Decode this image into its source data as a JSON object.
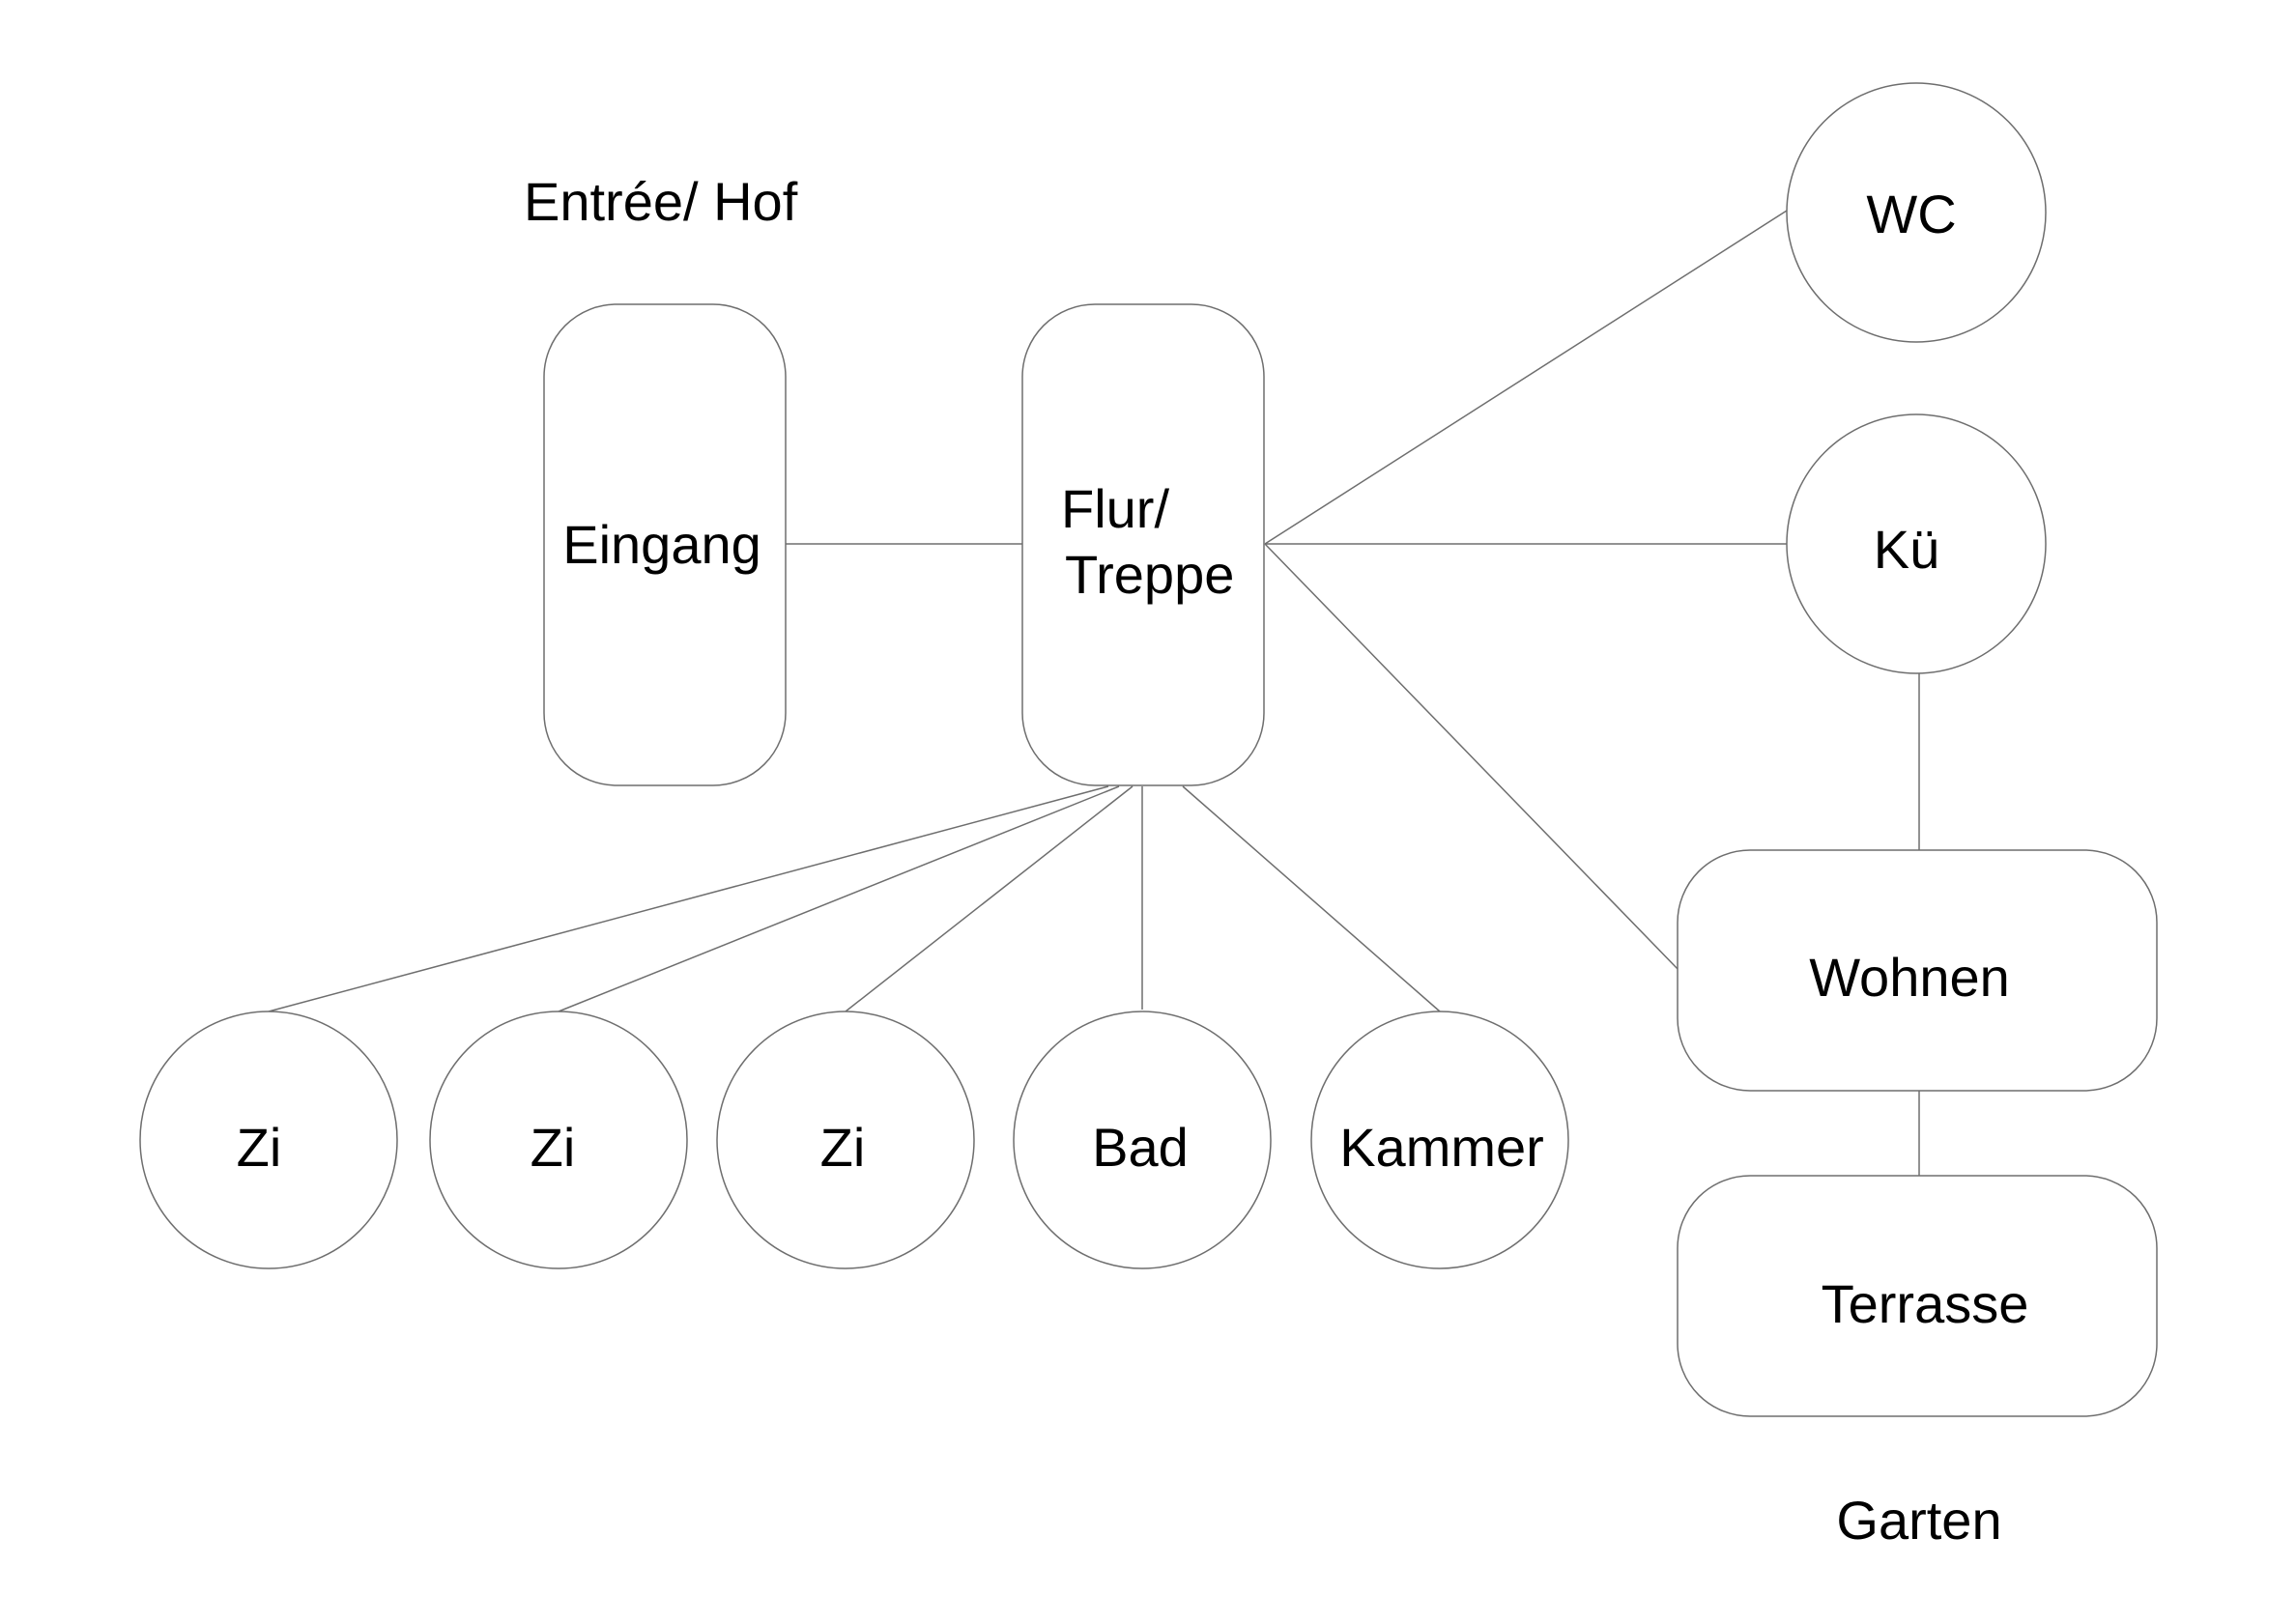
{
  "diagram": {
    "labels": {
      "entree": "Entrée/ Hof",
      "garten": "Garten"
    },
    "nodes": {
      "eingang": "Eingang",
      "flur_line1": "Flur/",
      "flur_line2": "Treppe",
      "wc": "WC",
      "kue": "Kü",
      "wohnen": "Wohnen",
      "terrasse": "Terrasse",
      "zi1": "Zi",
      "zi2": "Zi",
      "zi3": "Zi",
      "bad": "Bad",
      "kammer": "Kammer"
    },
    "edges": [
      [
        "eingang",
        "flur"
      ],
      [
        "flur",
        "wc"
      ],
      [
        "flur",
        "kue"
      ],
      [
        "flur",
        "wohnen"
      ],
      [
        "kue",
        "wohnen"
      ],
      [
        "wohnen",
        "terrasse"
      ],
      [
        "flur",
        "zi1"
      ],
      [
        "flur",
        "zi2"
      ],
      [
        "flur",
        "zi3"
      ],
      [
        "flur",
        "bad"
      ],
      [
        "flur",
        "kammer"
      ]
    ]
  }
}
